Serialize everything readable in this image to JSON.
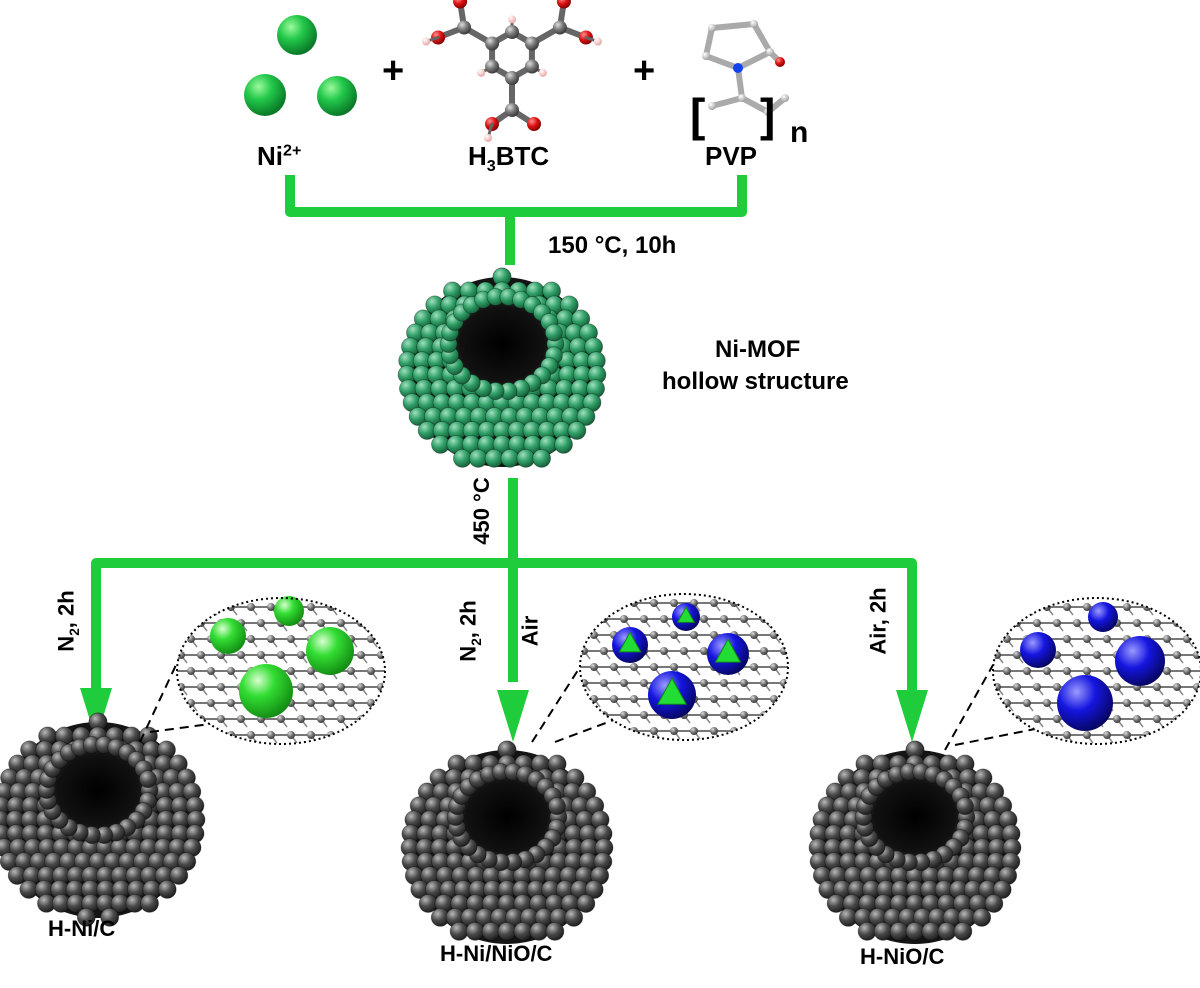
{
  "colors": {
    "arrow": "#1fcc3c",
    "mof_sphere": "#2f9e66",
    "carbon_sphere": "#4a4a4a",
    "ni_particle": "#22cc22",
    "nio_particle": "#1010dd",
    "atom_carbon": "#555555",
    "atom_oxygen": "#dd1111",
    "atom_hydrogen": "#f0b0b0",
    "atom_nitrogen": "#1144ee"
  },
  "reactants": {
    "ni_base": "Ni",
    "ni_charge": "2+",
    "btc_prefix": "H",
    "btc_sub": "3",
    "btc_suffix": "BTC",
    "pvp": "PVP",
    "pvp_repeat": "n",
    "plus": "+"
  },
  "step1": {
    "condition": "150 °C, 10h"
  },
  "mof": {
    "line1": "Ni-MOF",
    "line2": "hollow structure"
  },
  "step2": {
    "condition": "450 °C"
  },
  "branches": {
    "left": {
      "cond_base": "N",
      "cond_sub": "2",
      "cond_suffix": ", 2h",
      "product": "H-Ni/C"
    },
    "middle": {
      "cond_base": "N",
      "cond_sub": "2",
      "cond_suffix": ", 2h",
      "cond2": "Air",
      "product": "H-Ni/NiO/C"
    },
    "right": {
      "cond": "Air, 2h",
      "product": "H-NiO/C"
    }
  },
  "icons": [
    "ni-ion-sphere",
    "btc-molecule",
    "pvp-molecule",
    "hollow-sphere",
    "graphene-inset"
  ]
}
